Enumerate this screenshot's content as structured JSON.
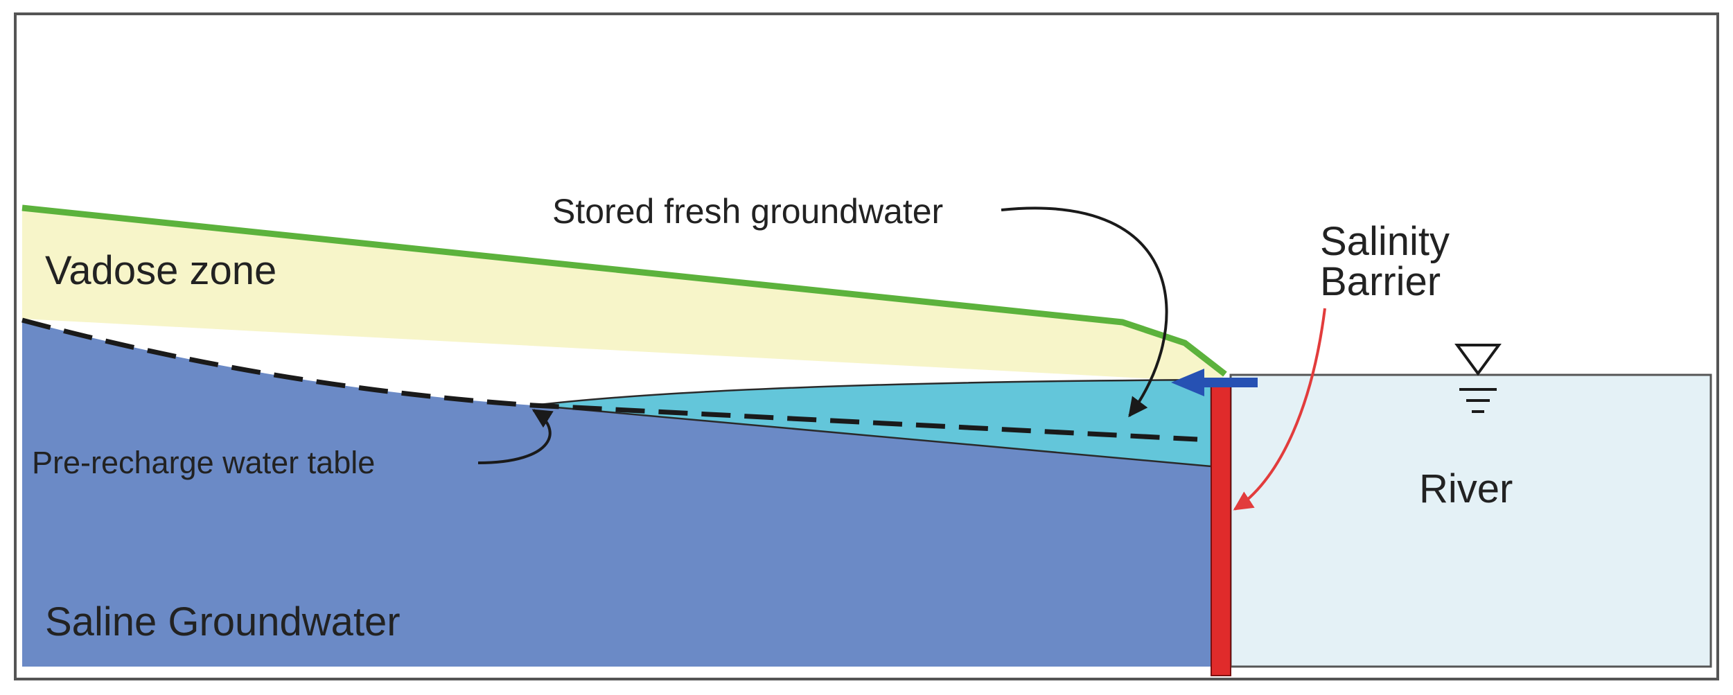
{
  "labels": {
    "vadose_zone": "Vadose zone",
    "stored_fresh_groundwater": "Stored fresh groundwater",
    "salinity_barrier_line1": "Salinity",
    "salinity_barrier_line2": "Barrier",
    "pre_recharge_water_table": "Pre-recharge water table",
    "river": "River",
    "saline_groundwater": "Saline Groundwater"
  },
  "colors": {
    "vadose_zone": "#f7f5c9",
    "ground_surface": "#5cb23c",
    "saline_groundwater": "#6b8ac6",
    "fresh_groundwater": "#63c6da",
    "river": "#e4f1f6",
    "salinity_barrier": "#e02b2b",
    "flow_arrow": "#2651b3",
    "leader_barrier": "#e23c3c",
    "leader_text": "#1a1a1a",
    "frame": "#555555"
  },
  "icons": {
    "water_level": "water-level-triangle-icon",
    "flow": "flow-arrow-icon"
  }
}
